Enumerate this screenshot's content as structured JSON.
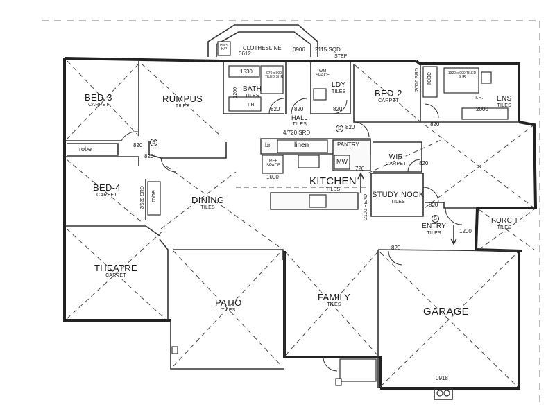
{
  "rooms": {
    "bed3": {
      "name": "BED-3",
      "finish": "CARPET"
    },
    "rumpus": {
      "name": "RUMPUS",
      "finish": "TILES"
    },
    "bath": {
      "name": "BATH",
      "finish": "TILES"
    },
    "hall": {
      "name": "HALL",
      "finish": "TILES"
    },
    "ldy": {
      "name": "LDY",
      "finish": "TILES"
    },
    "bed2": {
      "name": "BED-2",
      "finish": "CARPET"
    },
    "ens": {
      "name": "ENS",
      "finish": "TILES"
    },
    "bed4": {
      "name": "BED-4",
      "finish": "CARPET"
    },
    "dining": {
      "name": "DINING",
      "finish": "TILES"
    },
    "kitchen": {
      "name": "KITCHEN",
      "finish": "TILES"
    },
    "wir": {
      "name": "WIR",
      "finish": "CARPET"
    },
    "study": {
      "name": "STUDY NOOK",
      "finish": "TILES"
    },
    "entry": {
      "name": "ENTRY",
      "finish": "TILES"
    },
    "porch": {
      "name": "PORCH",
      "finish": "TILES"
    },
    "theatre": {
      "name": "THEATRE",
      "finish": "CARPET"
    },
    "patio": {
      "name": "PATIO",
      "finish": "TILES"
    },
    "family": {
      "name": "FAMILY",
      "finish": "TILES"
    },
    "garage": {
      "name": "GARAGE",
      "finish": ""
    }
  },
  "fixtures": {
    "robe_bed3": "robe",
    "robe_bed4": "robe",
    "robe_bed2": "robe",
    "linen": "linen",
    "br": "br",
    "pantry": "PANTRY",
    "mw": "MW",
    "ref_space": "REF SPACE",
    "wm_space": "WM SPACE",
    "tr_bath": "T.R.",
    "tr_ens": "T.R.",
    "hw_hp": "HWS H/P",
    "clothesline": "CLOTHESLINE",
    "step": "STEP",
    "tiled_shr_bath": "970 x 900 TILED SHR",
    "tiled_shr_ens": "1320 x 900 TILED SHR"
  },
  "dimensions": {
    "d0906": "0906",
    "d2115sqd": "2115 SQD",
    "d0612": "0612",
    "d1530": "1530",
    "d1200_bath": "1200",
    "d820_bath": "820",
    "d820_hall": "820",
    "d820_ldy": "820",
    "d820_bed2": "820",
    "d4720srd": "4/720 SRD",
    "d820_bed3": "820",
    "d820_rumpus": "820",
    "d820_wir": "820",
    "d720": "720",
    "d1000": "1000",
    "d2100head": "2100 HEAD",
    "d2520srd_bed4": "2/520 SRD",
    "d2520srd_bed2": "2/520 SRD",
    "d2000": "2000",
    "d820_ens": "820",
    "d820_study": "820",
    "d820_entry": "820",
    "d1200_entry": "1200",
    "d820_family": "820",
    "d0918": "0918"
  },
  "symbols": {
    "smoke": "S"
  }
}
